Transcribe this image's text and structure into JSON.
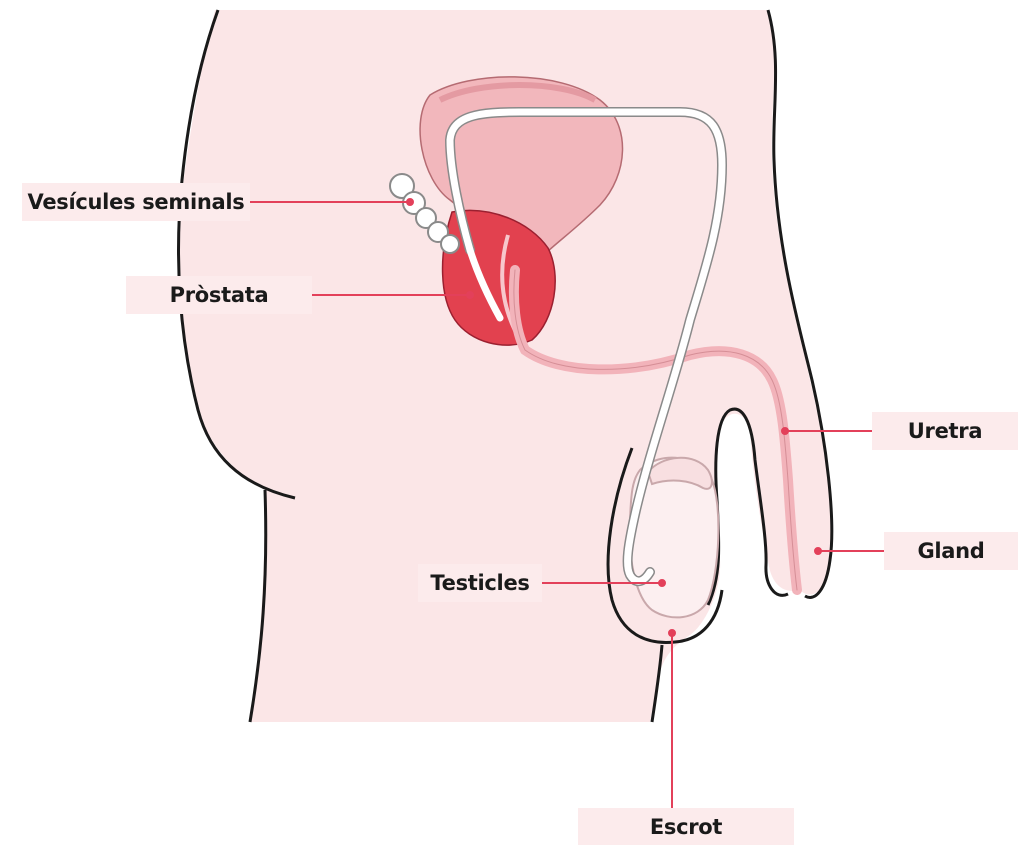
{
  "labels": {
    "seminal_vesicles": "Vesícules seminals",
    "prostate": "Pròstata",
    "urethra": "Uretra",
    "glans": "Gland",
    "testicles": "Testicles",
    "scrotum": "Escrot"
  },
  "colors": {
    "body_fill": "#fbe6e7",
    "outline": "#1a1a1a",
    "bladder": "#f2b7bc",
    "prostate": "#e2414f",
    "urethra": "#f2b3ba",
    "leader": "#e3405a",
    "label_box": "#fcebec"
  }
}
